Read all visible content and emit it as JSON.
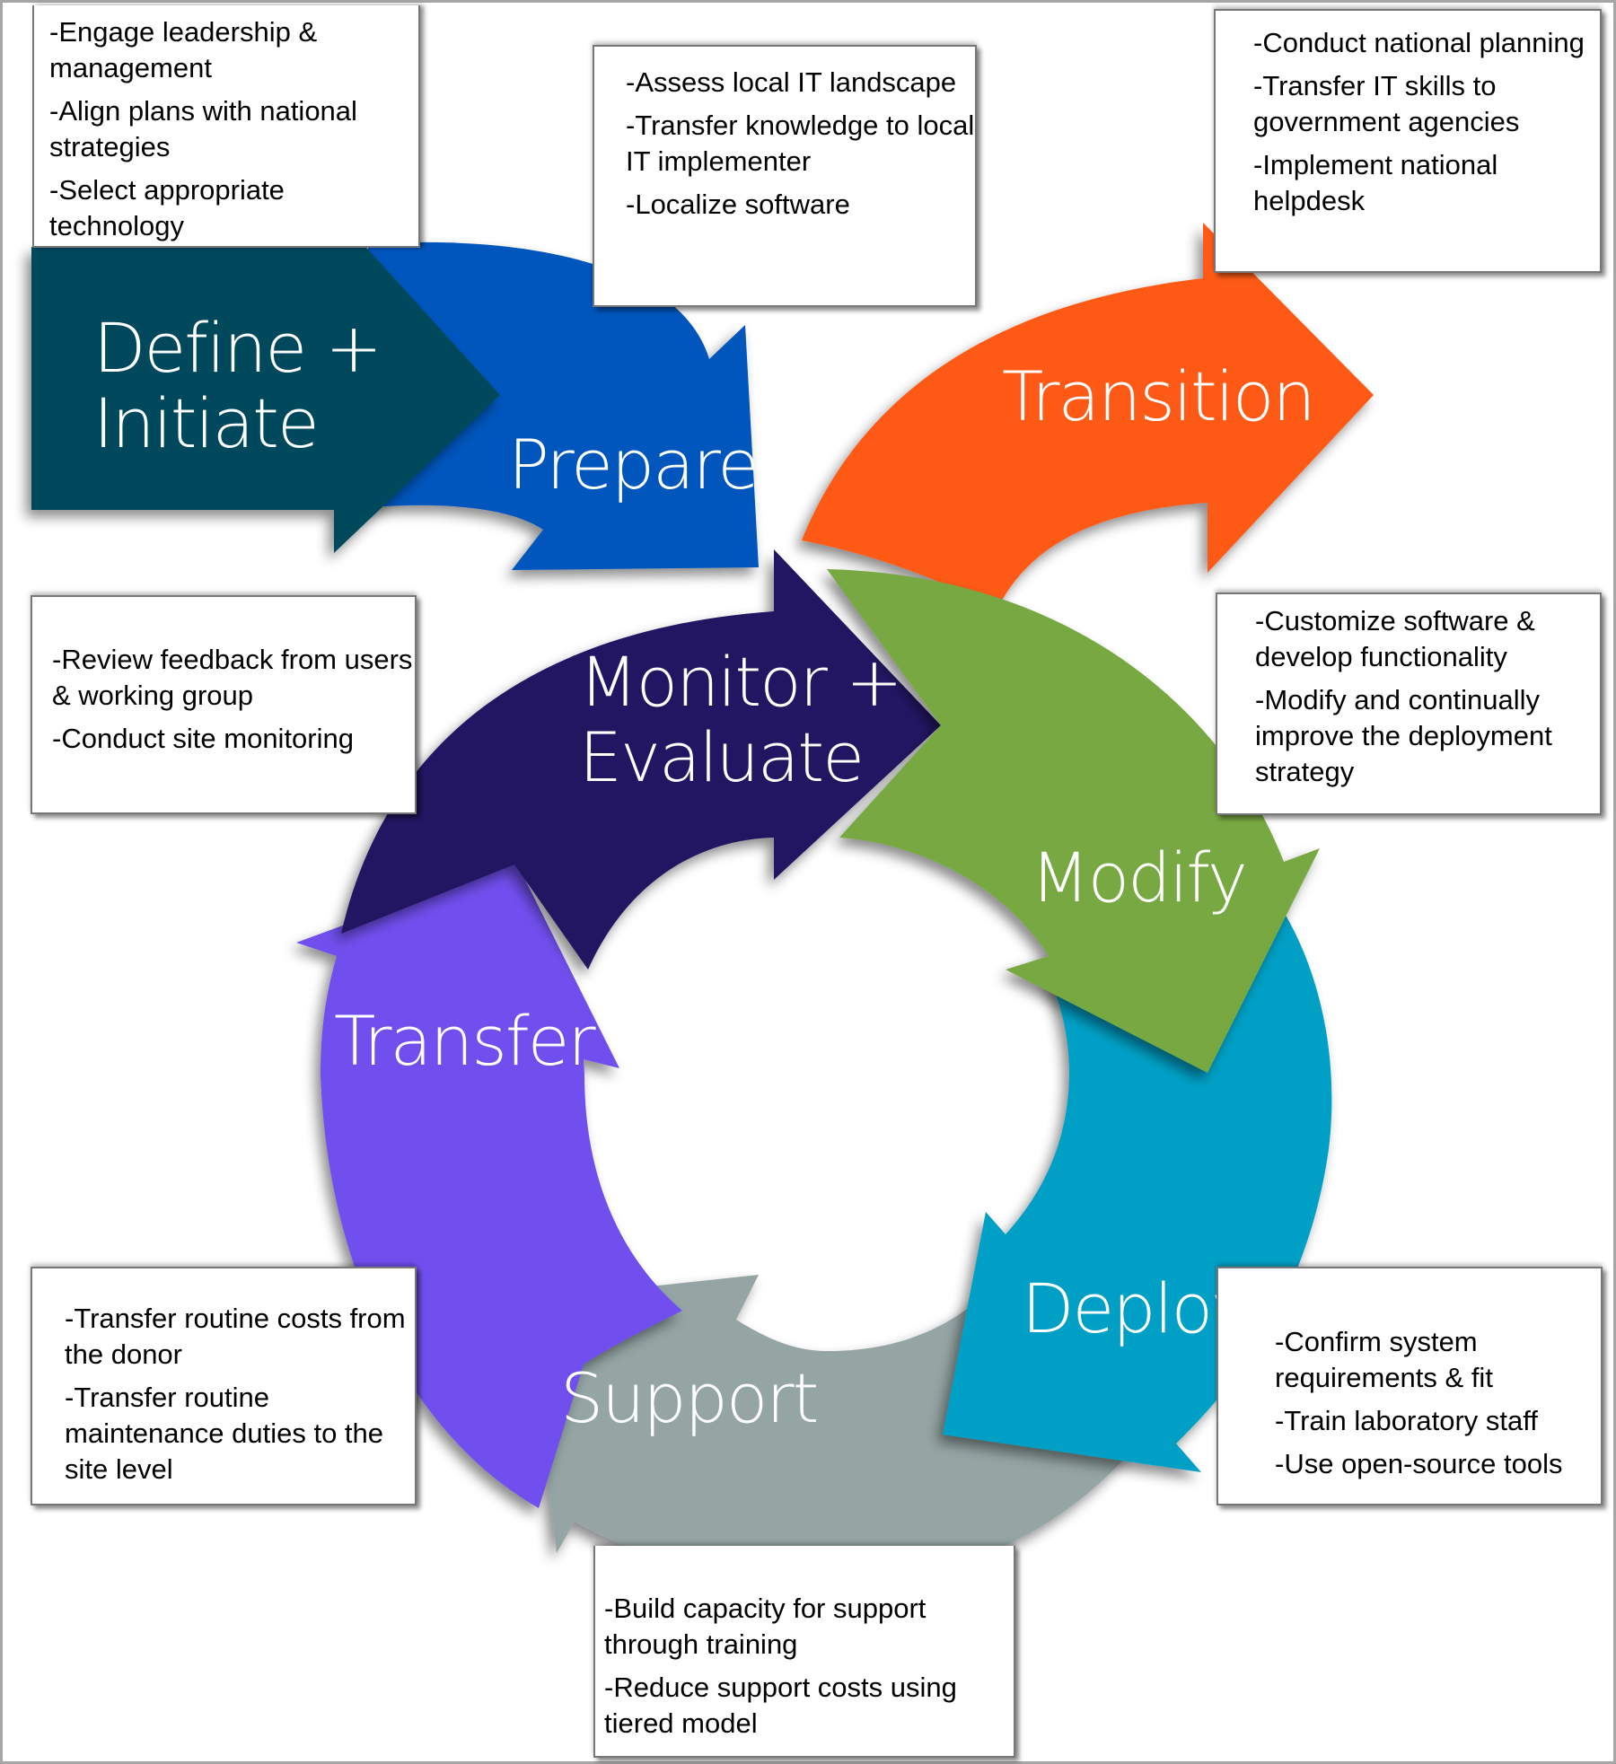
{
  "diagram": {
    "stages": [
      {
        "id": "define",
        "label_lines": [
          "Define +",
          "Initiate"
        ],
        "color": "#02485b"
      },
      {
        "id": "prepare",
        "label_lines": [
          "Prepare"
        ],
        "color": "#0256bd"
      },
      {
        "id": "transition",
        "label_lines": [
          "Transition"
        ],
        "color": "#fe5a17"
      },
      {
        "id": "monitor",
        "label_lines": [
          "Monitor +",
          "Evaluate"
        ],
        "color": "#241663"
      },
      {
        "id": "modify",
        "label_lines": [
          "Modify"
        ],
        "color": "#78a843"
      },
      {
        "id": "deploy",
        "label_lines": [
          "Deploy"
        ],
        "color": "#00a0c6"
      },
      {
        "id": "support",
        "label_lines": [
          "Support"
        ],
        "color": "#94a5a4"
      },
      {
        "id": "transfer",
        "label_lines": [
          "Transfer"
        ],
        "color": "#714fef"
      }
    ],
    "notes": {
      "define": [
        "-Engage leadership & management",
        "-Align plans with national strategies",
        "-Select appropriate technology"
      ],
      "prepare": [
        "-Assess local IT landscape",
        "-Transfer knowledge to local IT implementer",
        "-Localize software"
      ],
      "transition": [
        "-Conduct national planning",
        "-Transfer IT skills to government agencies",
        "-Implement national helpdesk"
      ],
      "monitor": [
        "-Review feedback from users & working group",
        "-Conduct site monitoring"
      ],
      "modify": [
        "-Customize software & develop functionality",
        "-Modify and continually improve the deployment strategy"
      ],
      "deploy": [
        "-Confirm system requirements & fit",
        "-Train laboratory staff",
        "-Use open-source tools"
      ],
      "support": [
        "-Build capacity for support through training",
        "-Reduce support costs using tiered model"
      ],
      "transfer": [
        "-Transfer routine costs from the donor",
        "-Transfer routine maintenance duties to the site level"
      ]
    }
  }
}
